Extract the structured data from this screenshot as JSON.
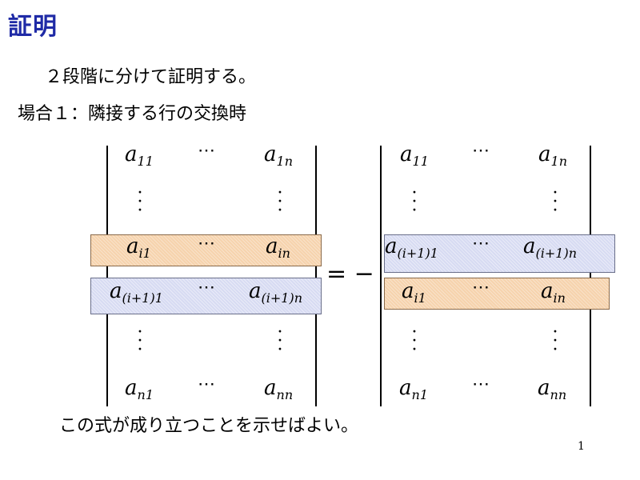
{
  "slide": {
    "title": "証明",
    "intro": "２段階に分けて証明する。",
    "case": "場合１：隣接する行の交換時",
    "conclusion": "この式が成り立つことを示せばよい。",
    "page_number": "1",
    "title_color": "#1f2aa6"
  },
  "equation": {
    "operator": "= −",
    "dots_h": "⋯",
    "dots_v": "⋮",
    "left": {
      "r1": {
        "c1": {
          "base": "a",
          "sub": "11"
        },
        "c3": {
          "base": "a",
          "sub": "1n"
        }
      },
      "ri": {
        "c1": {
          "base": "a",
          "sub": "i1"
        },
        "c3": {
          "base": "a",
          "sub": "in"
        }
      },
      "ri1": {
        "c1": {
          "base": "a",
          "sub": "(i+1)1"
        },
        "c3": {
          "base": "a",
          "sub": "(i+1)n"
        }
      },
      "rn": {
        "c1": {
          "base": "a",
          "sub": "n1"
        },
        "c3": {
          "base": "a",
          "sub": "nn"
        }
      }
    },
    "right": {
      "r1": {
        "c1": {
          "base": "a",
          "sub": "11"
        },
        "c3": {
          "base": "a",
          "sub": "1n"
        }
      },
      "ri1": {
        "c1": {
          "base": "a",
          "sub": "(i+1)1"
        },
        "c3": {
          "base": "a",
          "sub": "(i+1)n"
        }
      },
      "ri": {
        "c1": {
          "base": "a",
          "sub": "i1"
        },
        "c3": {
          "base": "a",
          "sub": "in"
        }
      },
      "rn": {
        "c1": {
          "base": "a",
          "sub": "n1"
        },
        "c3": {
          "base": "a",
          "sub": "nn"
        }
      }
    },
    "highlight_colors": {
      "row_i": "#f6d3ad",
      "row_i_plus_1": "#d7dbf2"
    }
  }
}
